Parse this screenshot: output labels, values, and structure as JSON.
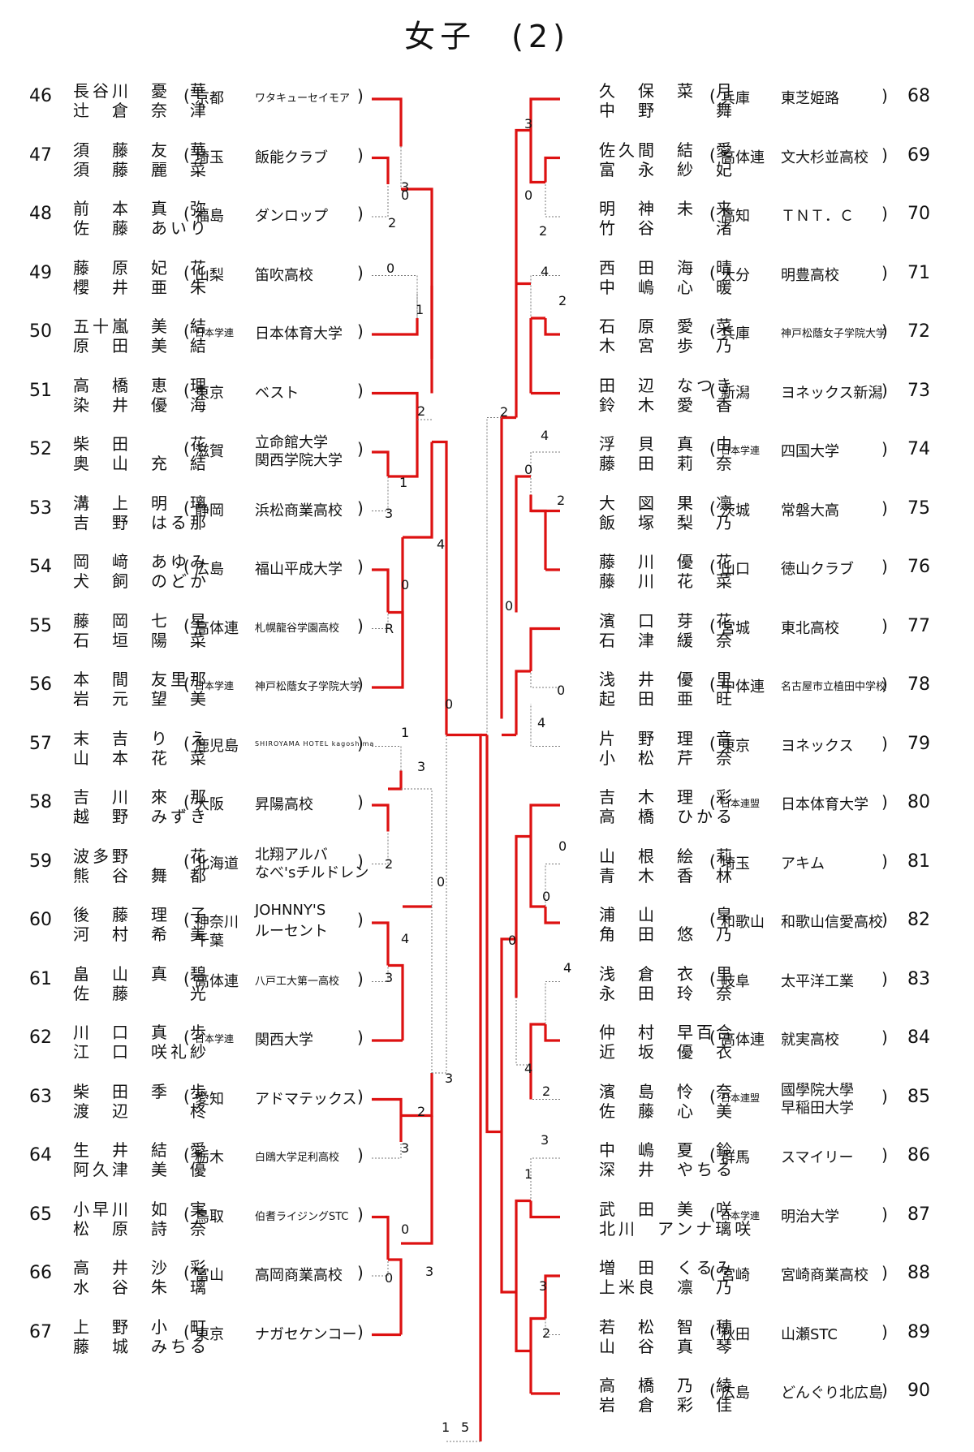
{
  "title": "女子　(2)",
  "colors": {
    "winner_line": "#dd1111",
    "loser_line": "#777777",
    "text": "#111111"
  },
  "left_entries": [
    {
      "seed": "46",
      "p1": "長谷川　憂　華",
      "p2": "辻　倉　奈　津",
      "pref": "京都",
      "team": "ワタキューセイモア",
      "team_size": "small"
    },
    {
      "seed": "47",
      "p1": "須　藤　友　華",
      "p2": "須　藤　麗　菜",
      "pref": "埼玉",
      "team": "飯能クラブ"
    },
    {
      "seed": "48",
      "p1": "前　本　真　弥",
      "p2": "佐　藤　あいり",
      "pref": "福島",
      "team": "ダンロップ"
    },
    {
      "seed": "49",
      "p1": "藤　原　妃　花",
      "p2": "櫻　井　亜　朱",
      "pref": "山梨",
      "team": "笛吹高校"
    },
    {
      "seed": "50",
      "p1": "五十嵐　美　結",
      "p2": "原　田　美　結",
      "pref": "日本学連",
      "pref_size": "small",
      "team": "日本体育大学"
    },
    {
      "seed": "51",
      "p1": "高　橋　恵　理",
      "p2": "染　井　優　海",
      "pref": "東京",
      "team": "ベスト"
    },
    {
      "seed": "52",
      "p1": "柴　田　　　花",
      "p2": "奥　山　充　結",
      "pref": "滋賀",
      "team": "立命館大学",
      "team2": "関西学院大学"
    },
    {
      "seed": "53",
      "p1": "溝　上　明　璃",
      "p2": "吉　野　はる那",
      "pref": "静岡",
      "team": "浜松商業高校"
    },
    {
      "seed": "54",
      "p1": "岡　﨑　あゆみ",
      "p2": "犬　飼　のどか",
      "pref": "広島",
      "team": "福山平成大学"
    },
    {
      "seed": "55",
      "p1": "藤　岡　七　星",
      "p2": "石　垣　陽　菜",
      "pref": "高体連",
      "team": "札幌龍谷学園高校",
      "team_size": "small"
    },
    {
      "seed": "56",
      "p1": "本　間　友里那",
      "p2": "岩　元　望　美",
      "pref": "日本学連",
      "pref_size": "small",
      "team": "神戸松蔭女子学院大学",
      "team_size": "small"
    },
    {
      "seed": "57",
      "p1": "末　吉　り　え",
      "p2": "山　本　花　菜",
      "pref": "鹿児島",
      "team": "SHIROYAMA HOTEL kagoshima",
      "team_size": "tiny"
    },
    {
      "seed": "58",
      "p1": "吉　川　來　那",
      "p2": "越　野　みずき",
      "pref": "大阪",
      "team": "昇陽高校"
    },
    {
      "seed": "59",
      "p1": "波多野　　　花",
      "p2": "熊　谷　舞　都",
      "pref": "北海道",
      "team": "北翔アルバ",
      "team2": "なべ'sチルドレン"
    },
    {
      "seed": "60",
      "p1": "後　藤　理　子",
      "p2": "河　村　希　美",
      "pref": "神奈川",
      "pref2": "千葉",
      "team": "JOHNNY'S",
      "team2": "ルーセント"
    },
    {
      "seed": "61",
      "p1": "畠　山　真　碧",
      "p2": "佐　藤　　　光",
      "pref": "高体連",
      "team": "八戸工大第一高校",
      "team_size": "small"
    },
    {
      "seed": "62",
      "p1": "川　口　真　歩",
      "p2": "江　口　咲礼紗",
      "pref": "日本学連",
      "pref_size": "small",
      "team": "関西大学"
    },
    {
      "seed": "63",
      "p1": "柴　田　季　歩",
      "p2": "渡　辺　　　柊",
      "pref": "愛知",
      "team": "アドマテックス"
    },
    {
      "seed": "64",
      "p1": "生　井　結　愛",
      "p2": "阿久津　美　優",
      "pref": "栃木",
      "team": "白鴎大学足利高校",
      "team_size": "small"
    },
    {
      "seed": "65",
      "p1": "小早川　如　実",
      "p2": "松　原　詩　奈",
      "pref": "鳥取",
      "team": "伯耆ライジングSTC",
      "team_size": "small"
    },
    {
      "seed": "66",
      "p1": "高　井　沙　彩",
      "p2": "水　谷　朱　璃",
      "pref": "富山",
      "team": "高岡商業高校"
    },
    {
      "seed": "67",
      "p1": "上　野　小　町",
      "p2": "藤　城　みちる",
      "pref": "東京",
      "team": "ナガセケンコー"
    }
  ],
  "right_entries": [
    {
      "seed": "68",
      "p1": "久　保　菜　月",
      "p2": "中　野　　　舞",
      "pref": "兵庫",
      "team": "東芝姫路"
    },
    {
      "seed": "69",
      "p1": "佐久間　結　愛",
      "p2": "富　永　紗　妃",
      "pref": "高体連",
      "team": "文大杉並高校"
    },
    {
      "seed": "70",
      "p1": "明　神　未　来",
      "p2": "竹　谷　　　渚",
      "pref": "高知",
      "team": "ＴＮＴ．Ｃ"
    },
    {
      "seed": "71",
      "p1": "西　田　海　晴",
      "p2": "中　嶋　心　暖",
      "pref": "大分",
      "team": "明豊高校"
    },
    {
      "seed": "72",
      "p1": "石　原　愛　菜",
      "p2": "木　宮　歩　乃",
      "pref": "兵庫",
      "team": "神戸松蔭女子学院大学",
      "team_size": "small"
    },
    {
      "seed": "73",
      "p1": "田　辺　なつき",
      "p2": "鈴　木　愛　香",
      "pref": "新潟",
      "team": "ヨネックス新潟"
    },
    {
      "seed": "74",
      "p1": "浮　貝　真　由",
      "p2": "藤　田　莉　奈",
      "pref": "日本学連",
      "pref_size": "small",
      "team": "四国大学"
    },
    {
      "seed": "75",
      "p1": "大　図　果　凛",
      "p2": "飯　塚　梨　乃",
      "pref": "茨城",
      "team": "常磐大高"
    },
    {
      "seed": "76",
      "p1": "藤　川　優　花",
      "p2": "藤　川　花　菜",
      "pref": "山口",
      "team": "徳山クラブ"
    },
    {
      "seed": "77",
      "p1": "濱　口　芽　花",
      "p2": "石　津　緩　奈",
      "pref": "宮城",
      "team": "東北高校"
    },
    {
      "seed": "78",
      "p1": "浅　井　優　里",
      "p2": "起　田　亜　旺",
      "pref": "中体連",
      "team": "名古屋市立植田中学校",
      "team_size": "small"
    },
    {
      "seed": "79",
      "p1": "片　野　理　音",
      "p2": "小　松　芹　奈",
      "pref": "東京",
      "team": "ヨネックス"
    },
    {
      "seed": "80",
      "p1": "吉　木　理　彩",
      "p2": "高　橋　ひかる",
      "pref": "日本連盟",
      "pref_size": "small",
      "team": "日本体育大学"
    },
    {
      "seed": "81",
      "p1": "山　根　絵　莉",
      "p2": "青　木　香　林",
      "pref": "埼玉",
      "team": "アキム"
    },
    {
      "seed": "82",
      "p1": "浦　山　　　皐",
      "p2": "角　田　悠　乃",
      "pref": "和歌山",
      "team": "和歌山信愛高校"
    },
    {
      "seed": "83",
      "p1": "浅　倉　衣　里",
      "p2": "永　田　玲　奈",
      "pref": "岐阜",
      "team": "太平洋工業"
    },
    {
      "seed": "84",
      "p1": "仲　村　早百合",
      "p2": "近　坂　優　衣",
      "pref": "高体連",
      "team": "就実高校"
    },
    {
      "seed": "85",
      "p1": "濱　島　怜　奈",
      "p2": "佐　藤　心　美",
      "pref": "日本連盟",
      "pref_size": "small",
      "team": "國學院大學",
      "team2": "早稲田大学"
    },
    {
      "seed": "86",
      "p1": "中　嶋　夏　鈴",
      "p2": "深　井　やちる",
      "pref": "群馬",
      "team": "スマイリー"
    },
    {
      "seed": "87",
      "p1": "武　田　美　咲",
      "p2": "北川　アンナ璃咲",
      "pref": "日本学連",
      "pref_size": "small",
      "team": "明治大学"
    },
    {
      "seed": "88",
      "p1": "増　田　くるみ",
      "p2": "上米良　凛　乃",
      "pref": "宮崎",
      "team": "宮崎商業高校"
    },
    {
      "seed": "89",
      "p1": "若　松　智　穂",
      "p2": "山　谷　真　琴",
      "pref": "秋田",
      "team": "山瀬STC"
    },
    {
      "seed": "90",
      "p1": "高　橋　乃　綾",
      "p2": "岩　倉　彩　佳",
      "pref": "広島",
      "team": "どんぐり北広島"
    }
  ],
  "scores": [
    {
      "t": "3",
      "c": "s1"
    },
    {
      "t": "0",
      "c": "s2"
    },
    {
      "t": "2",
      "c": "s3"
    },
    {
      "t": "0",
      "c": "s4"
    },
    {
      "t": "1",
      "c": "s5"
    },
    {
      "t": "2",
      "c": "s6"
    },
    {
      "t": "1",
      "c": "s7"
    },
    {
      "t": "3",
      "c": "s8"
    },
    {
      "t": "4",
      "c": "s9"
    },
    {
      "t": "0",
      "c": "s10"
    },
    {
      "t": "R",
      "c": "s11"
    },
    {
      "t": "0",
      "c": "s12"
    },
    {
      "t": "1",
      "c": "s13"
    },
    {
      "t": "3",
      "c": "s14"
    },
    {
      "t": "2",
      "c": "s15"
    },
    {
      "t": "0",
      "c": "s16"
    },
    {
      "t": "4",
      "c": "s17"
    },
    {
      "t": "3",
      "c": "s18"
    },
    {
      "t": "3",
      "c": "s19"
    },
    {
      "t": "2",
      "c": "s20"
    },
    {
      "t": "3",
      "c": "s21"
    },
    {
      "t": "0",
      "c": "s22"
    },
    {
      "t": "0",
      "c": "s23"
    },
    {
      "t": "3",
      "c": "s24"
    },
    {
      "t": "0",
      "c": "s25"
    },
    {
      "t": "2",
      "c": "s26"
    },
    {
      "t": "3",
      "c": "s27"
    },
    {
      "t": "4",
      "c": "s28"
    },
    {
      "t": "2",
      "c": "s29"
    },
    {
      "t": "4",
      "c": "s30"
    },
    {
      "t": "0",
      "c": "s31"
    },
    {
      "t": "2",
      "c": "s32"
    },
    {
      "t": "2",
      "c": "s33"
    },
    {
      "t": "0",
      "c": "s34"
    },
    {
      "t": "4",
      "c": "s35"
    },
    {
      "t": "0",
      "c": "s36"
    },
    {
      "t": "0",
      "c": "s37"
    },
    {
      "t": "0",
      "c": "s38"
    },
    {
      "t": "4",
      "c": "s39"
    },
    {
      "t": "4",
      "c": "s40"
    },
    {
      "t": "2",
      "c": "s41"
    },
    {
      "t": "3",
      "c": "s42"
    },
    {
      "t": "1",
      "c": "s43"
    },
    {
      "t": "3",
      "c": "s44"
    },
    {
      "t": "2",
      "c": "s45"
    },
    {
      "t": "0",
      "c": "s46"
    },
    {
      "t": "1",
      "c": "s47"
    },
    {
      "t": "5",
      "c": "s48"
    }
  ]
}
